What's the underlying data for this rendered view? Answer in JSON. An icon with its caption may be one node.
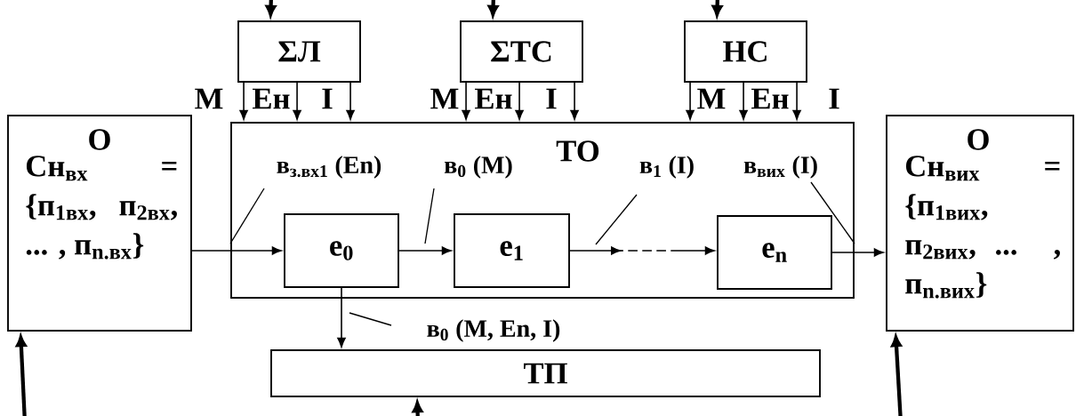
{
  "diagram": {
    "nodes": [
      {
        "text": [
          "ΣЛ"
        ]
      },
      {
        "text": [
          "ΣТС"
        ]
      },
      {
        "text": [
          "НС"
        ]
      },
      {
        "text": [
          "О",
          "Сн$_{вх}$ = {п$_{1вх}$, п$_{2вх}$, ... , п$_{n.вх}$}"
        ]
      },
      {
        "text": [
          "ТО"
        ]
      },
      {
        "text": [
          "e$_{0}$"
        ],
        "in": 4
      },
      {
        "text": [
          "e$_{1}$"
        ],
        "in": 4
      },
      {
        "text": [
          "e$_{n}$"
        ],
        "in": 4
      },
      {
        "text": [
          "О",
          "Сн$_{вих}$ = {п$_{1вих}$, п$_{2вих}$, ... , п$_{n.вих}$}"
        ]
      },
      {
        "text": [
          "ТП"
        ]
      }
    ],
    "edges": [
      {
        "from": null,
        "to": 0,
        "arrow": "to",
        "style": "thick"
      },
      {
        "from": null,
        "to": 1,
        "arrow": "to",
        "style": "thick"
      },
      {
        "from": null,
        "to": 2,
        "arrow": "to",
        "style": "thick"
      },
      {
        "from": 0,
        "to": 4,
        "arrow": "to",
        "label": "М"
      },
      {
        "from": 0,
        "to": 4,
        "arrow": "to",
        "label": "Ен"
      },
      {
        "from": 0,
        "to": 4,
        "arrow": "to",
        "label": "I"
      },
      {
        "from": 1,
        "to": 4,
        "arrow": "to",
        "label": "М"
      },
      {
        "from": 1,
        "to": 4,
        "arrow": "to",
        "label": "Ен"
      },
      {
        "from": 1,
        "to": 4,
        "arrow": "to",
        "label": "I"
      },
      {
        "from": 2,
        "to": 4,
        "arrow": "to",
        "label": "М"
      },
      {
        "from": 2,
        "to": 4,
        "arrow": "to",
        "label": "Ен"
      },
      {
        "from": 2,
        "to": 4,
        "arrow": "to",
        "label": "I"
      },
      {
        "from": 3,
        "to": 5,
        "arrow": "to",
        "label": "в$_{з.вх1}$ (En)"
      },
      {
        "from": 5,
        "to": 6,
        "arrow": "to",
        "label": "в$_{0}$ (M)"
      },
      {
        "from": 6,
        "to": 7,
        "arrow": "to",
        "label": "в$_{1}$ (I)",
        "style": "dashed"
      },
      {
        "from": 7,
        "to": 8,
        "arrow": "to",
        "label": "в$_{вих}$ (I)"
      },
      {
        "from": 5,
        "to": 9,
        "arrow": "to",
        "label": "в$_{0}$ (M, En, I)"
      },
      {
        "from": null,
        "to": 9,
        "arrow": "to",
        "style": "thick"
      },
      {
        "from": null,
        "to": 3,
        "arrow": "to",
        "style": "thick"
      },
      {
        "from": null,
        "to": 8,
        "arrow": "to",
        "style": "thick"
      }
    ]
  }
}
